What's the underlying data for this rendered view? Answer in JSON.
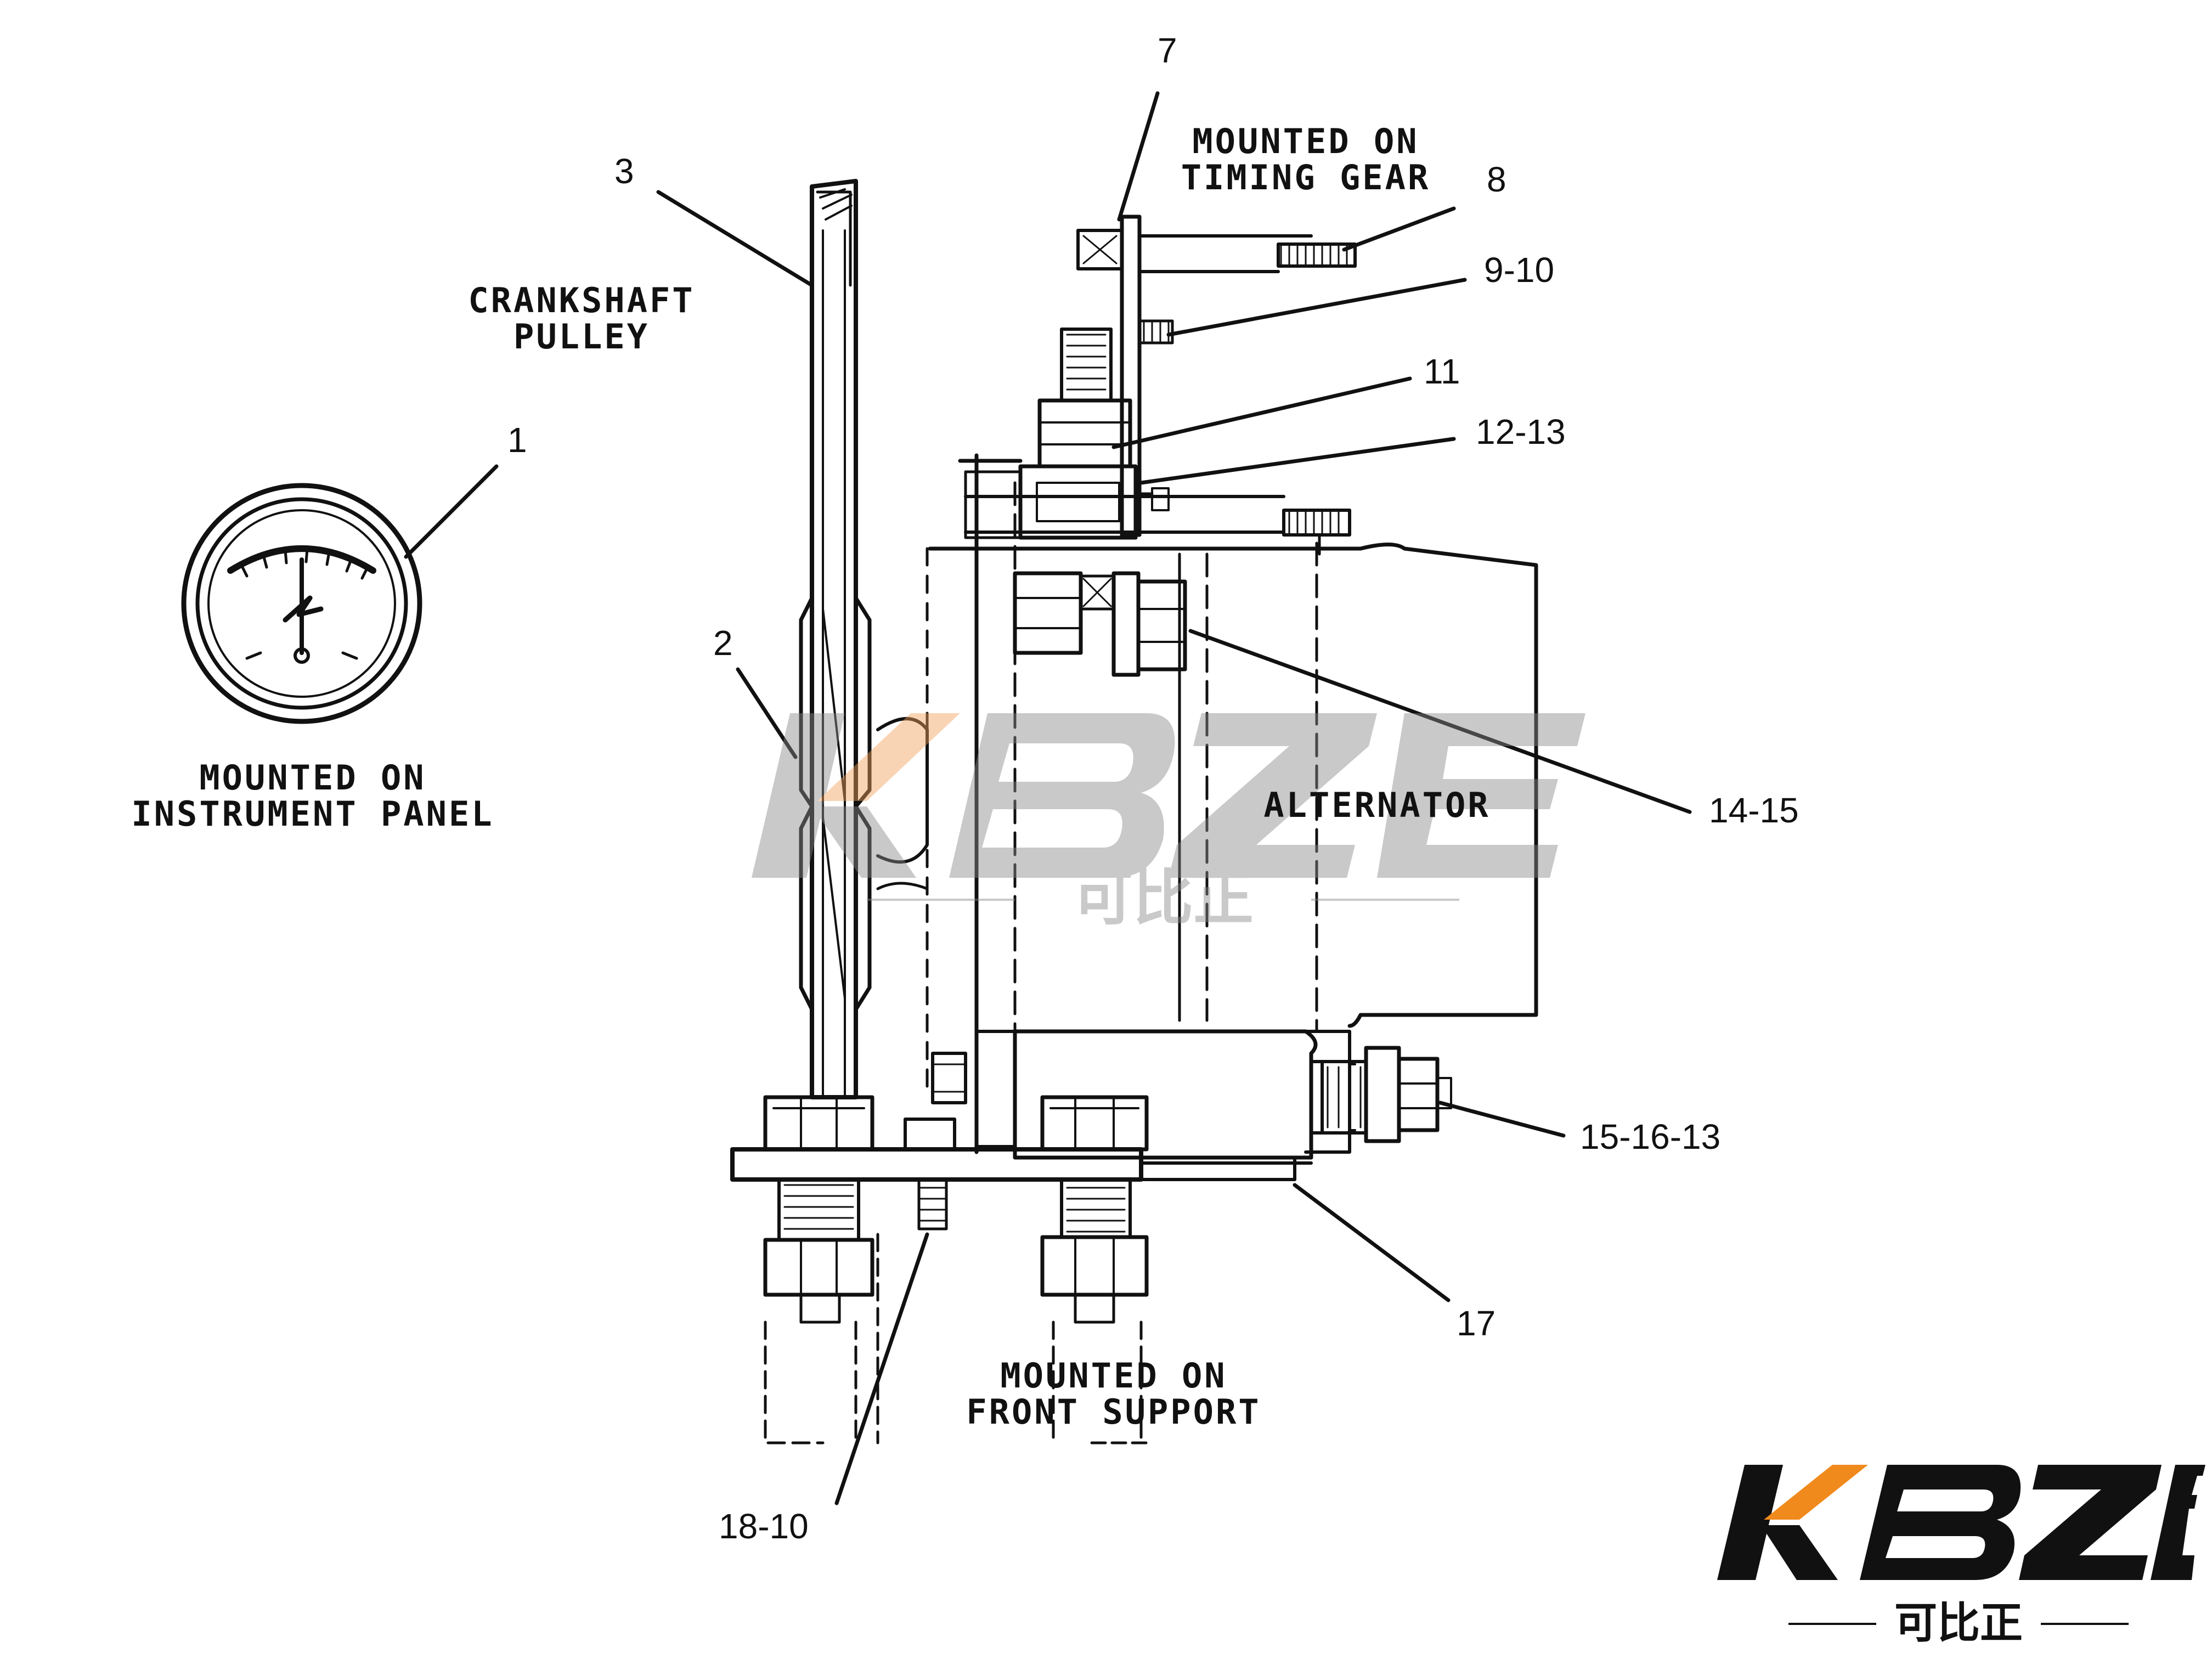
{
  "labels": {
    "n1": "1",
    "n2": "2",
    "n3": "3",
    "n7": "7",
    "n8": "8",
    "n9_10": "9-10",
    "n11": "11",
    "n12_13": "12-13",
    "n14_15": "14-15",
    "n15_16_13": "15-16-13",
    "n17": "17",
    "n18_10": "18-10"
  },
  "captions": {
    "crankshaft_line1": "CRANKSHAFT",
    "crankshaft_line2": "PULLEY",
    "timing_line1": "MOUNTED ON",
    "timing_line2": "TIMING GEAR",
    "panel_line1": "MOUNTED ON",
    "panel_line2": "INSTRUMENT PANEL",
    "alternator": "ALTERNATOR",
    "front_line1": "MOUNTED ON",
    "front_line2": "FRONT SUPPORT"
  },
  "watermark": {
    "brand": "KBZE",
    "chinese": "可比正"
  },
  "logo": {
    "brand": "KBZE",
    "chinese": "可比正",
    "accent_color": "#f08a1c",
    "text_color": "#111111"
  },
  "colors": {
    "line": "#111111",
    "watermark_gray": "#8a8a8a",
    "watermark_orange": "#f3a25a"
  }
}
